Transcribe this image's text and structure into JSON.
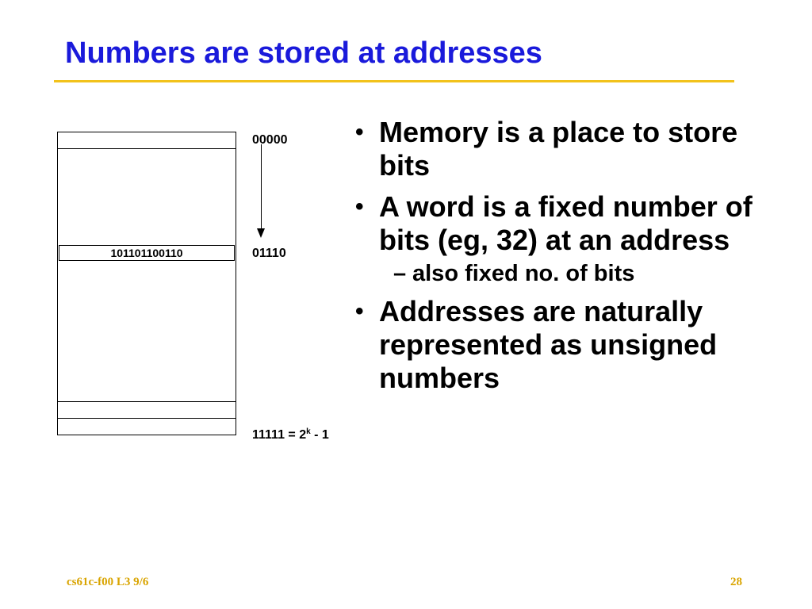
{
  "slide": {
    "title": "Numbers are stored at addresses"
  },
  "diagram": {
    "cell_value": "101101100110",
    "addr_top": "00000",
    "addr_mid": "01110",
    "addr_bottom_prefix": "11111 = 2",
    "addr_bottom_exp": "k",
    "addr_bottom_suffix": " - 1"
  },
  "bullets": {
    "b1": "Memory is a place to store bits",
    "b2": "A word is a fixed number of bits (eg, 32) at an address",
    "b2_sub": "also fixed no. of bits",
    "b3": "Addresses are naturally represented as unsigned numbers",
    "bullet_glyph": "•",
    "dash_glyph": "–"
  },
  "footer": {
    "left": "cs61c-f00 L3 9/6",
    "right": "28"
  },
  "colors": {
    "title": "#1a1adb",
    "rule": "#f2c21b",
    "footer": "#d9a400"
  }
}
